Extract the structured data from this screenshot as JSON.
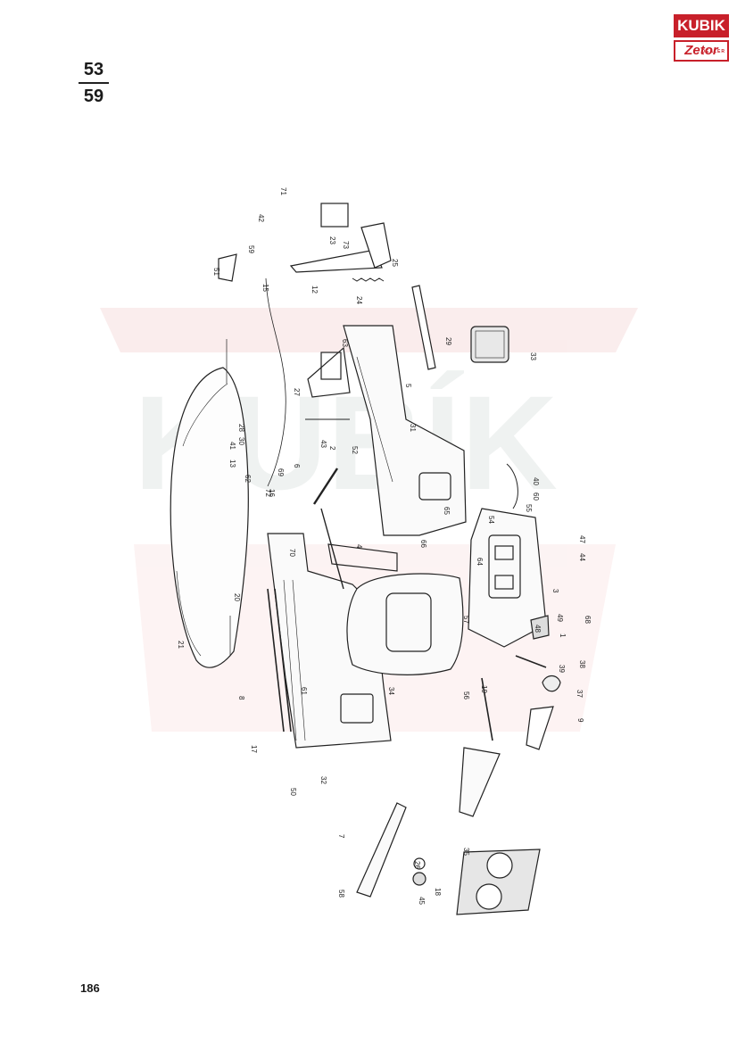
{
  "logo": {
    "brand": "KUBIK",
    "sub": "Zetor",
    "tag": "DEALER"
  },
  "page_ref": {
    "numerator": "53",
    "denominator": "59"
  },
  "page_number": "186",
  "watermark": {
    "text": "KUBÍK",
    "color": "#d9e0dd",
    "accent": "#f3d6d6"
  },
  "callouts": [
    "1",
    "2",
    "3",
    "4",
    "5",
    "6",
    "7",
    "8",
    "9",
    "12",
    "13",
    "15",
    "16",
    "17",
    "18",
    "19",
    "20",
    "21",
    "23",
    "24",
    "25",
    "26",
    "27",
    "28",
    "29",
    "30",
    "31",
    "32",
    "33",
    "34",
    "35",
    "37",
    "38",
    "39",
    "40",
    "41",
    "42",
    "43",
    "44",
    "45",
    "47",
    "48",
    "49",
    "50",
    "51",
    "52",
    "54",
    "55",
    "56",
    "57",
    "58",
    "59",
    "60",
    "61",
    "62",
    "63",
    "64",
    "65",
    "66",
    "68",
    "69",
    "70",
    "71",
    "72",
    "73"
  ]
}
